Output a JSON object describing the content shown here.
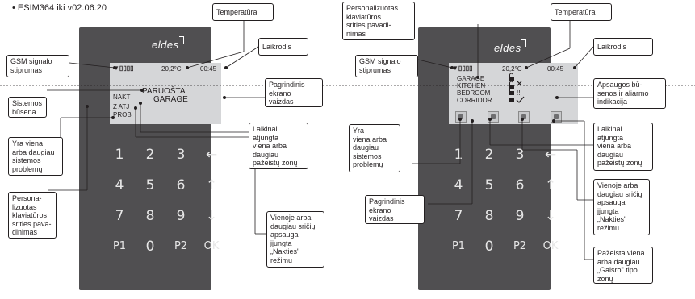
{
  "header": "• ESIM364 iki v02.06.20",
  "left": {
    "brand": "eldes",
    "lcd": {
      "signal": "▼▯▯▯▯",
      "temp": "20,2°C",
      "clock": "00:45",
      "status1": "PARUOŠTA",
      "status2": "GARAGE",
      "flags": [
        "NAKT",
        "Z ATJ",
        "PROB"
      ]
    },
    "keys": [
      "1",
      "2",
      "3",
      "←",
      "4",
      "5",
      "6",
      "↑",
      "7",
      "8",
      "9",
      "↓",
      "P1",
      "0",
      "P2",
      "OK"
    ],
    "callouts": {
      "temp": "Temperatūra",
      "clock": "Laikrodis",
      "gsm": "GSM signalo\nstiprumas",
      "main": "Pagrindinis\nekrano\nvaizdas",
      "system": "Sistemos\nbūsena",
      "problem": "Yra viena\narba daugiau\nsistemos\nproblemų",
      "bypass": "Laikinai\natjungta\nviena arba\ndaugiau\npažeistų zonų",
      "pers": "Persona-\nlizuotas\nklaviatūros\nsrities pava-\ndinimas",
      "night": "Vienoje arba\ndaugiau sričių\napsauga\nįjungta\n„Nakties\"\nrežimu"
    }
  },
  "right": {
    "brand": "eldes",
    "lcd": {
      "signal": "▼▯▯▯▯",
      "temp": "20,2°C",
      "clock": "00:45",
      "partitions": [
        "GARAGE",
        "KITCHEN",
        "BEDROOM",
        "CORRIDOR"
      ]
    },
    "keys": [
      "1",
      "2",
      "3",
      "←",
      "4",
      "5",
      "6",
      "↑",
      "7",
      "8",
      "9",
      "↓",
      "P1",
      "0",
      "P2",
      "OK"
    ],
    "callouts": {
      "pers": "Personalizuotas\nklaviatūros\nsrities pavadi-\nnimas",
      "temp": "Temperatūra",
      "gsm": "GSM signalo\nstiprumas",
      "clock": "Laikrodis",
      "arm": "Apsaugos bū-\nsenos ir aliarmo\nindikacija",
      "problem": "Yra\nviena arba\ndaugiau\nsistemos\nproblemų",
      "bypass": "Laikinai\natjungta\nviena arba\ndaugiau\npažeistų zonų",
      "main": "Pagrindinis\nekrano\nvaizdas",
      "night": "Vienoje arba\ndaugiau sričių\napsauga\nįjungta\n„Nakties\"\nrežimu",
      "fire": "Pažeista viena\narba daugiau\n„Gaisro\" tipo\nzonų"
    }
  }
}
